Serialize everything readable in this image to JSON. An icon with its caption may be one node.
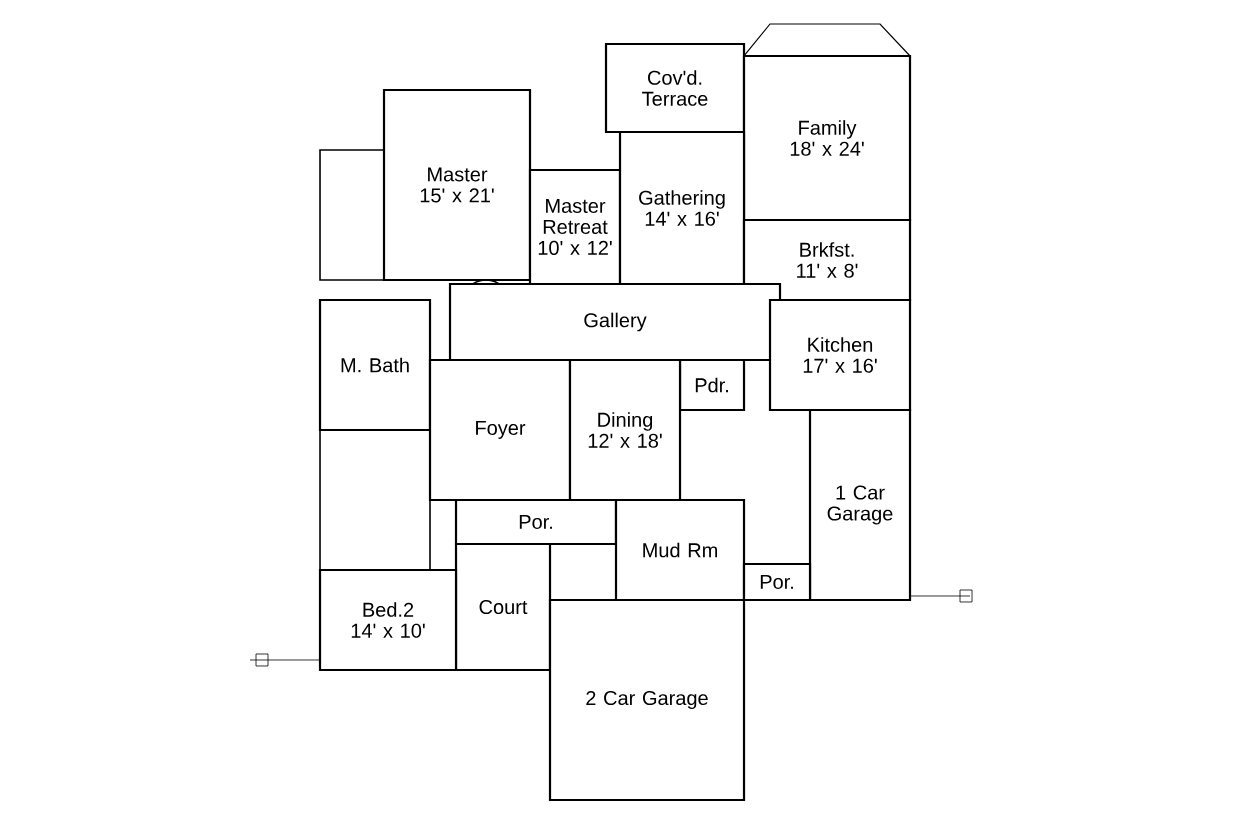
{
  "diagram": {
    "nodes": [
      {
        "text": [
          "Cov'd. Terrace"
        ]
      },
      {
        "text": [
          "Family",
          "18' x 24'"
        ]
      },
      {
        "text": [
          "Master",
          "15' x 21'"
        ]
      },
      {
        "text": [
          "Master Retreat",
          "10' x 12'"
        ]
      },
      {
        "text": [
          "Gathering",
          "14' x 16'"
        ]
      },
      {
        "text": [
          "Brkfst.",
          "11' x 8'"
        ]
      },
      {
        "text": [
          "Gallery"
        ]
      },
      {
        "text": [
          "M. Bath"
        ]
      },
      {
        "text": [
          "Kitchen",
          "17' x 16'"
        ]
      },
      {
        "text": [
          "Pdr."
        ]
      },
      {
        "text": [
          "Foyer"
        ]
      },
      {
        "text": [
          "Dining",
          "12' x 18'"
        ]
      },
      {
        "text": [
          "1 Car Garage"
        ]
      },
      {
        "text": [
          "Por."
        ]
      },
      {
        "text": [
          "Mud Rm"
        ]
      },
      {
        "text": [
          "Por."
        ]
      },
      {
        "text": [
          "Court"
        ]
      },
      {
        "text": [
          "Bed.2",
          "14' x 10'"
        ]
      },
      {
        "text": [
          "2 Car Garage"
        ]
      }
    ]
  }
}
